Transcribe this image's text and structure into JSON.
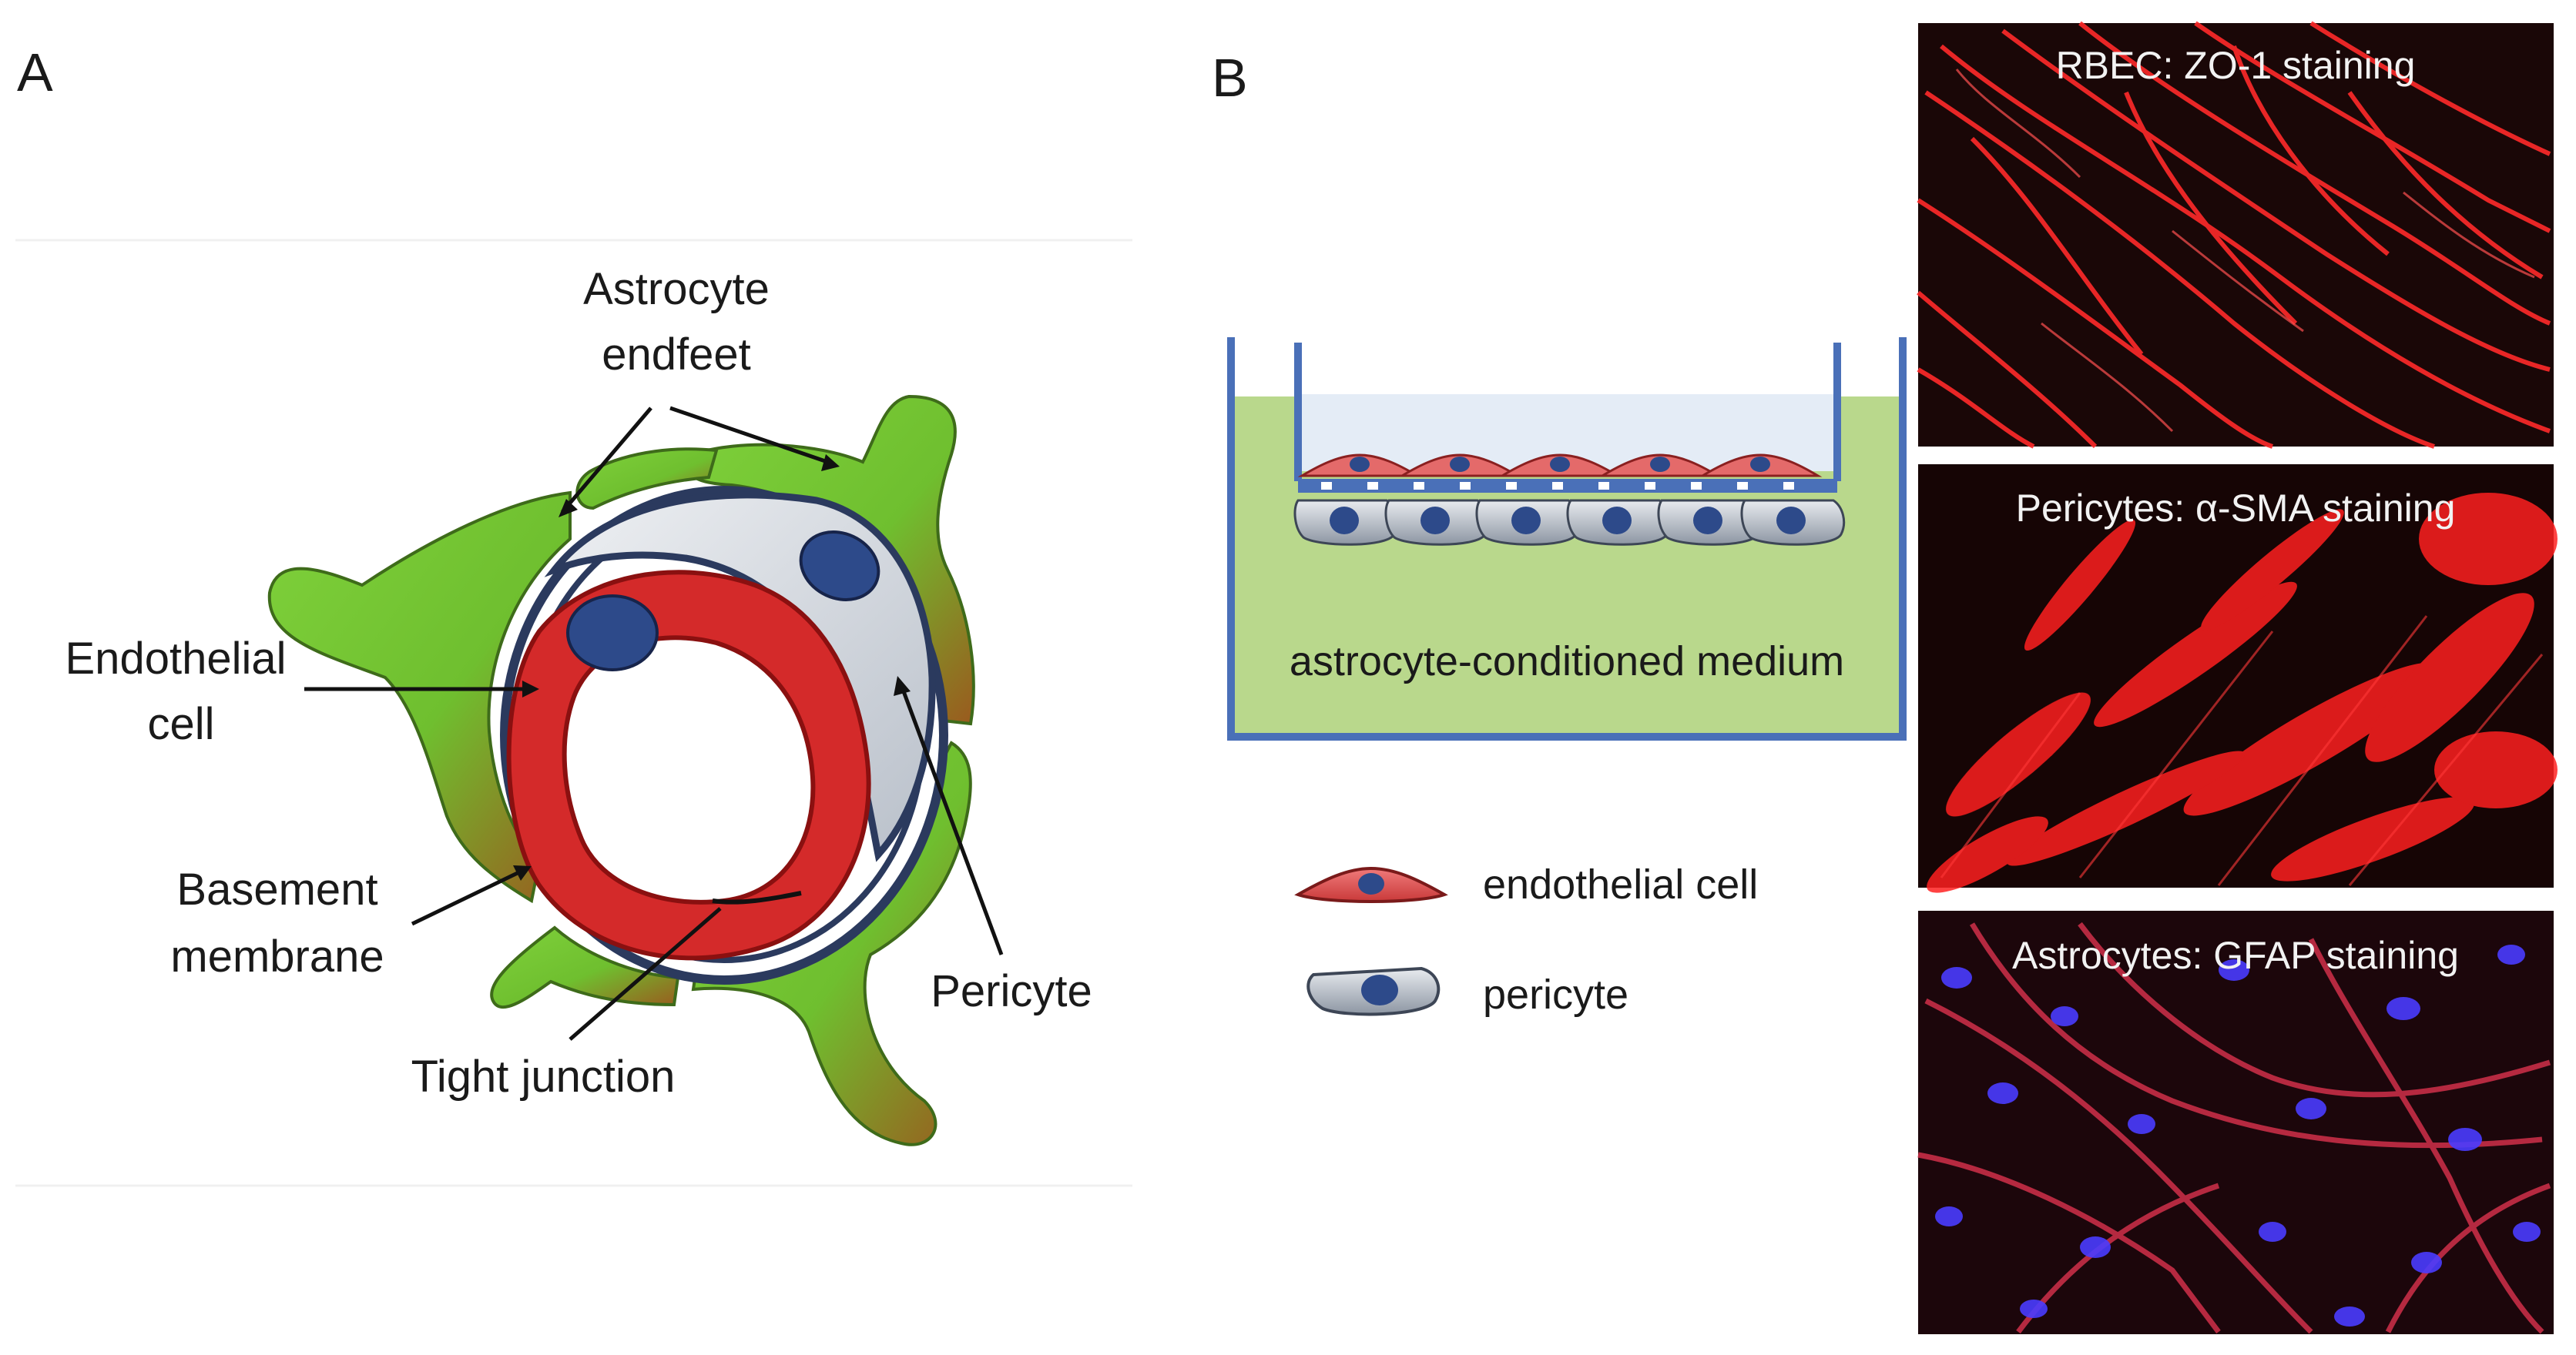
{
  "panel_a": {
    "letter": "A",
    "labels": {
      "astrocyte_line1": "Astrocyte",
      "astrocyte_line2": "endfeet",
      "endothelial_line1": "Endothelial",
      "endothelial_line2": "cell",
      "basement_line1": "Basement",
      "basement_line2": "membrane",
      "tight_junction": "Tight junction",
      "pericyte": "Pericyte"
    }
  },
  "panel_b": {
    "letter": "B",
    "medium_label": "astrocyte-conditioned medium",
    "legend": [
      {
        "label": "endothelial cell",
        "icon": "endothelial-cell-icon"
      },
      {
        "label": "pericyte",
        "icon": "pericyte-icon"
      }
    ],
    "micrographs": [
      {
        "title": "RBEC: ZO-1 staining",
        "stain_color": "#ff2a2a"
      },
      {
        "title": "Pericytes: α-SMA staining",
        "stain_color": "#ff2020"
      },
      {
        "title": "Astrocytes: GFAP staining",
        "stain_color": "#d0304a",
        "nuclei_color": "#4a3cff"
      }
    ]
  },
  "colors": {
    "endothelium": "#d42a2a",
    "nucleus": "#2d4a8a",
    "membrane": "#2b3a5e",
    "pericyte": "#c9ced6",
    "astrocyte": "#7fd13b",
    "medium": "#b9d88c",
    "insert": "#4a70b8"
  }
}
